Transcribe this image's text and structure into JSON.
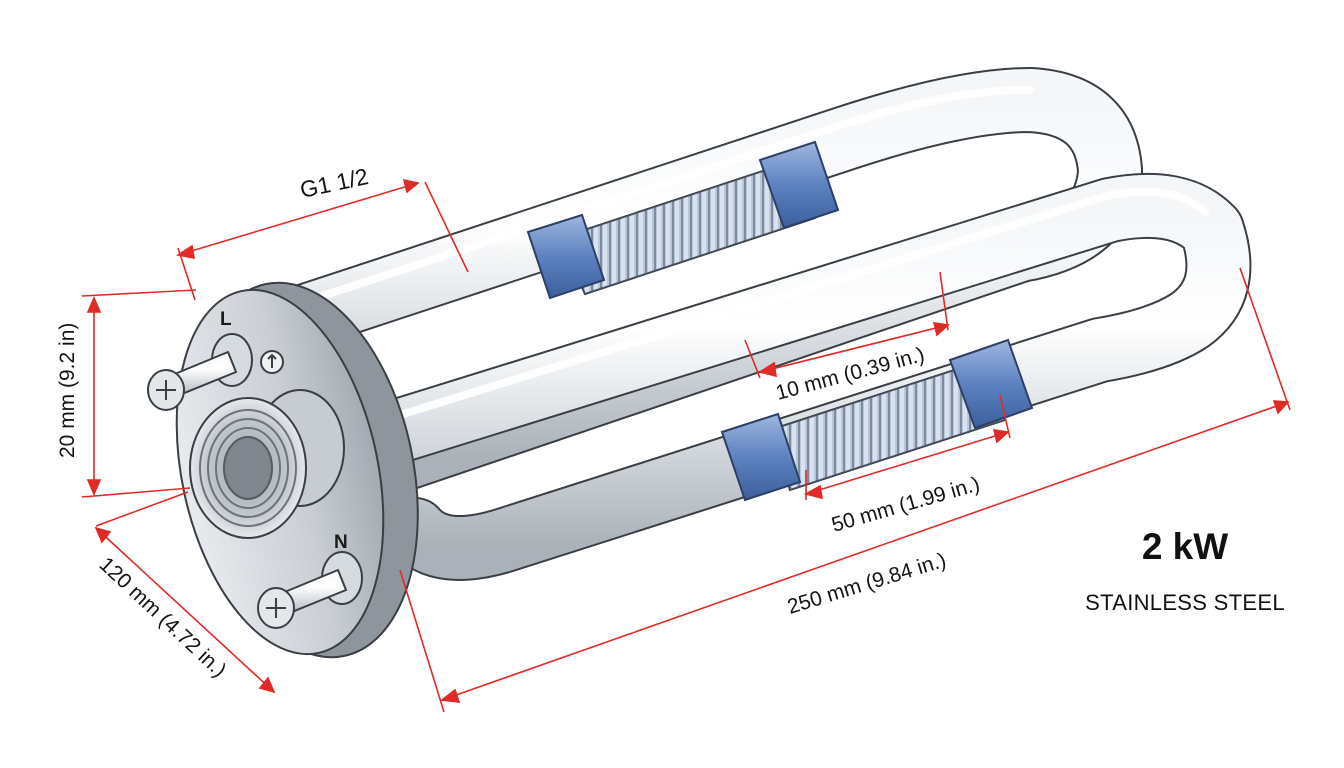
{
  "labels": {
    "thread": "G1 1/2",
    "height": "20 mm (9.2 in)",
    "flange_width": "120 mm (4.72 in.)",
    "gap": "10 mm (0.39 in.)",
    "coil_length": "50 mm (1.99 in.)",
    "length": "250 mm (9.84 in.)",
    "terminal_l": "L",
    "terminal_n": "N"
  },
  "spec": {
    "power": "2 kW",
    "material": "STAINLESS STEEL"
  },
  "colors": {
    "dimension": "#e02a26",
    "band": "#5d82c0",
    "tube": "#d9dee3",
    "outline": "#3a3f45"
  }
}
